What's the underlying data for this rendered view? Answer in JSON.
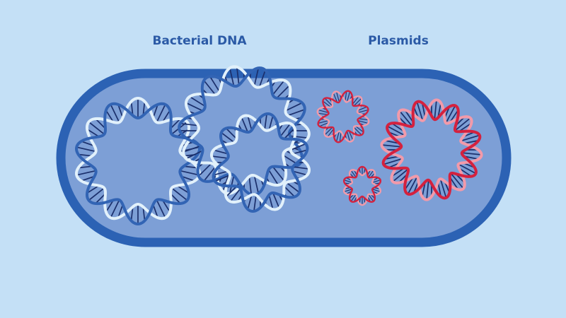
{
  "labels": {
    "bacterial_dna": "Bacterial DNA",
    "plasmids": "Plasmids"
  },
  "colors": {
    "background": "#c4e0f6",
    "cell_wall": "#2c62b4",
    "cytoplasm": "#7d9fd6",
    "label_text": "#2b5aa6",
    "dna_strand_dark": "#3264b4",
    "dna_strand_light": "#e2f1fb",
    "dna_rungs": "#1b2f6b",
    "plasmid_strand_dark": "#d4213e",
    "plasmid_strand_light": "#f29aaa"
  },
  "dna_loops": [
    {
      "name": "bacterial-dna-loop-large",
      "kind": "bacterial"
    },
    {
      "name": "bacterial-dna-loop-upper",
      "kind": "bacterial"
    },
    {
      "name": "bacterial-dna-loop-right",
      "kind": "bacterial"
    },
    {
      "name": "plasmid-small-top",
      "kind": "plasmid"
    },
    {
      "name": "plasmid-small-bottom",
      "kind": "plasmid"
    },
    {
      "name": "plasmid-large",
      "kind": "plasmid"
    }
  ]
}
